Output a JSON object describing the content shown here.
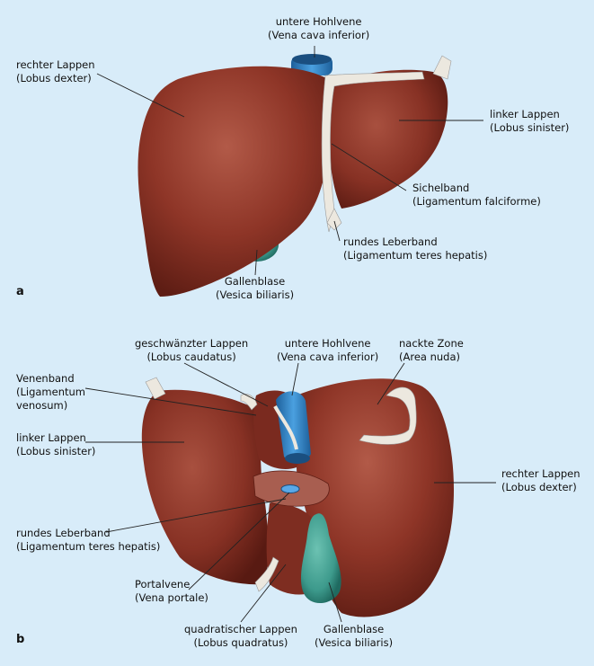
{
  "panels": [
    {
      "letter": "a",
      "labels": {
        "vena_cava": [
          "untere Hohlvene",
          "(Vena cava inferior)"
        ],
        "right_lobe": [
          "rechter Lappen",
          "(Lobus dexter)"
        ],
        "left_lobe": [
          "linker Lappen",
          "(Lobus sinister)"
        ],
        "falciform": [
          "Sichelband",
          "(Ligamentum falciforme)"
        ],
        "round_ligament": [
          "rundes Leberband",
          "(Ligamentum teres hepatis)"
        ],
        "gallbladder": [
          "Gallenblase",
          "(Vesica biliaris)"
        ]
      }
    },
    {
      "letter": "b",
      "labels": {
        "caudate": [
          "geschwänzter Lappen",
          "(Lobus caudatus)"
        ],
        "vena_cava": [
          "untere Hohlvene",
          "(Vena cava inferior)"
        ],
        "bare_area": [
          "nackte Zone",
          "(Area nuda)"
        ],
        "venous_ligament": [
          "Venenband",
          "(Ligamentum",
          "venosum)"
        ],
        "left_lobe": [
          "linker Lappen",
          "(Lobus sinister)"
        ],
        "right_lobe": [
          "rechter Lappen",
          "(Lobus dexter)"
        ],
        "round_ligament": [
          "rundes Leberband",
          "(Ligamentum teres hepatis)"
        ],
        "portal_vein": [
          "Portalvene",
          "(Vena portale)"
        ],
        "quadrate": [
          "quadratischer Lappen",
          "(Lobus quadratus)"
        ],
        "gallbladder": [
          "Gallenblase",
          "(Vesica biliaris)"
        ]
      }
    }
  ],
  "colors": {
    "background": "#d8ecf9",
    "liver": "#8e3527",
    "liver_shadow": "#5e1d14",
    "vena_cava": "#2f7fc4",
    "gallbladder": "#3d9a8c",
    "ligament": "#e8e4dc"
  }
}
